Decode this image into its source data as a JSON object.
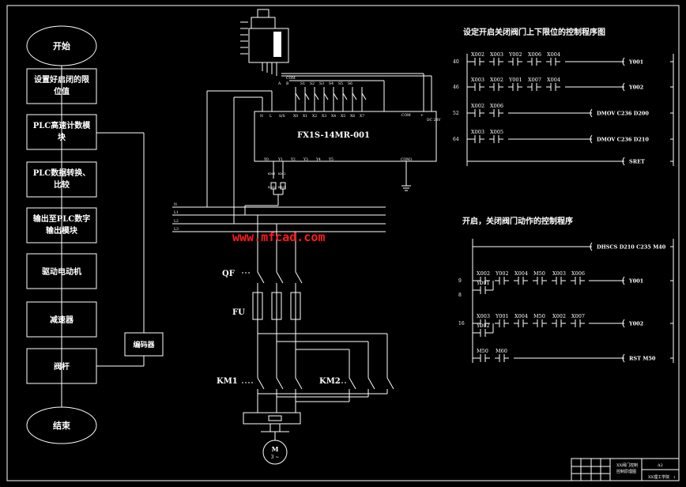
{
  "colors": {
    "background": "#000000",
    "line": "#ffffff",
    "watermark": "#ff1a1a"
  },
  "flowchart": {
    "start": "开始",
    "step1": [
      "设置好启闭的限",
      "位值"
    ],
    "step2": [
      "PLC高速计数模",
      "块"
    ],
    "step3": [
      "PLC数据转换、",
      "比较"
    ],
    "step4": [
      "输出至PLC数字",
      "输出模块"
    ],
    "step5": "驱动电动机",
    "step6": "减速器",
    "step7": "阀杆",
    "end": "结束",
    "encoder": "编码器"
  },
  "plc": {
    "model": "FX1S-14MR-001",
    "com_in": "COM",
    "in_terms": [
      "N",
      "L",
      "S/S",
      "X0",
      "X1",
      "X2",
      "X3",
      "X4",
      "X5",
      "X6",
      "X7"
    ],
    "top_terms": [
      "A",
      "B",
      "S1",
      "S2",
      "S3",
      "S4",
      "S5",
      "S6"
    ],
    "right_terms": [
      "COM",
      "+",
      "DC 24V"
    ],
    "out_terms": [
      "Y0",
      "Y1",
      "Y2",
      "Y3",
      "Y4",
      "Y5"
    ],
    "com1": "COM1",
    "km_labels": [
      "KM1",
      "KM2",
      "KM2",
      "KM1"
    ]
  },
  "power": {
    "lines": [
      "N",
      "L1",
      "L2",
      "L3"
    ],
    "qf": "QF",
    "fu": "FU",
    "km1": "KM1",
    "km2": "KM2",
    "motor": "M",
    "motor_sub": "3 ~"
  },
  "watermark": "www.mfcad.com",
  "ladder1": {
    "title": "设定开启关闭阀门上下限位的控制程序图",
    "rungs": [
      {
        "step": "40",
        "contacts": [
          "X002",
          "X003",
          "Y002",
          "X006",
          "X004"
        ],
        "coil": "Y001"
      },
      {
        "step": "46",
        "contacts": [
          "X003",
          "X002",
          "Y001",
          "X007",
          "X004"
        ],
        "coil": "Y002"
      },
      {
        "step": "52",
        "contacts": [
          "X002",
          "X006"
        ],
        "coil": "DMOV  C236   D200"
      },
      {
        "step": "64",
        "contacts": [
          "X003",
          "X005"
        ],
        "coil": "DMOV  C236   D210"
      },
      {
        "step": "",
        "contacts": [],
        "coil": "SRET"
      }
    ]
  },
  "ladder2": {
    "title": "开启，关闭阀门动作的控制程序",
    "rungs": [
      {
        "step": "",
        "contacts": [],
        "coil": "DHSCS   D210  C235   M40"
      },
      {
        "step": "9",
        "contacts": [
          "X002",
          "Y002",
          "X004",
          "M50",
          "X003",
          "X006"
        ],
        "coil": "Y001",
        "branch": "Y001",
        "branch_step": "8"
      },
      {
        "step": "16",
        "contacts": [
          "X003",
          "Y001",
          "X004",
          "M50",
          "X002",
          "X007"
        ],
        "coil": "Y002",
        "branch": "Y002"
      },
      {
        "step": "",
        "contacts": [
          "M50",
          "M60"
        ],
        "coil": "RST M50"
      }
    ]
  },
  "title_block": {
    "title": [
      "XX阀门控制",
      "控制原理图"
    ],
    "sheet": "A2",
    "school": "XX理工学院",
    "sheet_num": "1"
  }
}
